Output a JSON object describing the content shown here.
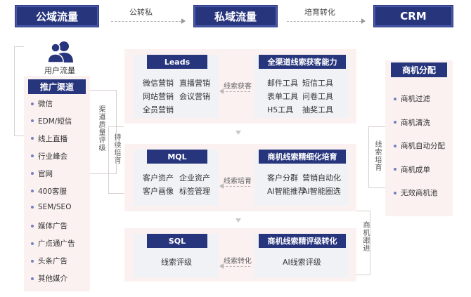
{
  "header": {
    "public": "公域流量",
    "private": "私域流量",
    "crm": "CRM",
    "arrow1": "公转私",
    "arrow2": "培育转化"
  },
  "left": {
    "user_label": "用户流量",
    "channel_title": "推广渠道",
    "channels": [
      "微信",
      "EDM/短信",
      "线上直播",
      "行业峰会",
      "官网",
      "400客服",
      "SEM/SEO",
      "媒体广告",
      "广点通广告",
      "头条广告",
      "其他媒介"
    ],
    "v_quality": "渠道质量评级",
    "v_nurture": "持续培育"
  },
  "rows": [
    {
      "tag": "Leads",
      "items": [
        "微信营销",
        "直播营销",
        "网站营销",
        "会议营销",
        "全员营销"
      ],
      "arrow": "线索获客",
      "cap_tag": "全渠道线索获客能力",
      "cap_items": [
        "邮件工具",
        "短信工具",
        "表单工具",
        "问卷工具",
        "H5工具",
        "抽奖工具"
      ]
    },
    {
      "tag": "MQL",
      "items": [
        "客户资产",
        "企业资产",
        "客户画像",
        "标签管理"
      ],
      "arrow": "线索培育",
      "cap_tag": "商机线索精细化培育",
      "cap_items": [
        "客户分群",
        "营销自动化",
        "AI智能推荐",
        "AI智能圈选"
      ]
    },
    {
      "tag": "SQL",
      "items": [
        "线索评级"
      ],
      "arrow": "线索转化",
      "cap_tag": "商机线索精评级转化",
      "cap_items": [
        "AI线索评级"
      ]
    }
  ],
  "right": {
    "title": "商机分配",
    "items": [
      "商机过滤",
      "商机清洗",
      "商机自动分配",
      "商机成单",
      "无效商机池"
    ],
    "v_nurture": "线索培育",
    "v_follow": "商机跟进"
  },
  "colors": {
    "accent": "#27357d",
    "panel": "#fbf1f1",
    "box": "#f1f2f6"
  }
}
